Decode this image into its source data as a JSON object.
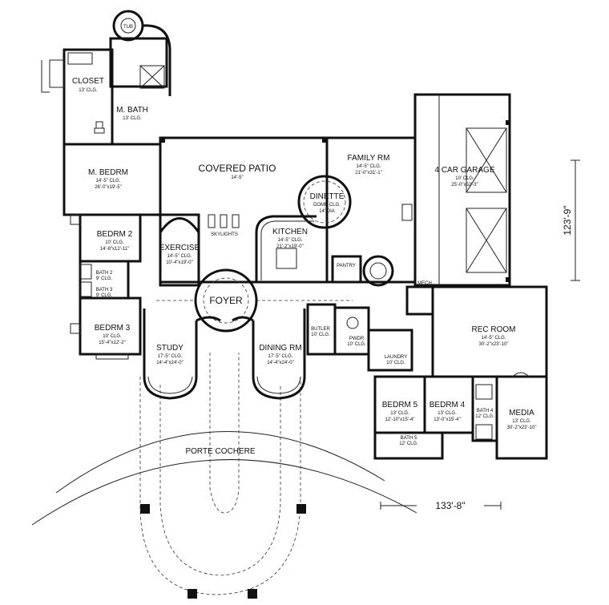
{
  "rooms": {
    "closet": {
      "name": "CLOSET",
      "sub": "13' CLG."
    },
    "m_bath": {
      "name": "M. BATH",
      "sub": "13' CLG."
    },
    "m_bedrm": {
      "name": "M. BEDRM",
      "sub": "14'-5\" CLG.",
      "size": "26'-0\"x19'-5\""
    },
    "covered_patio": {
      "name": "COVERED PATIO",
      "sub": "14'-5\""
    },
    "family_rm": {
      "name": "FAMILY RM",
      "sub": "14'-5\" CLG.",
      "size": "21'-0\"x31'-1\""
    },
    "garage": {
      "name": "4 CAR GARAGE",
      "sub": "10' CLG.",
      "size": "25'-0\"x52'-3\""
    },
    "dinette": {
      "name": "DINETTE",
      "sub": "DOME CLG.",
      "size": "14' DIA"
    },
    "kitchen": {
      "name": "KITCHEN",
      "sub": "14'-5\" CLG.",
      "size": "21'-2\"x19'-0\""
    },
    "bedrm2": {
      "name": "BEDRM 2",
      "sub": "10' CLG.",
      "size": "14'-8\"x12'-11\""
    },
    "exercise": {
      "name": "EXERCISE",
      "sub": "14'-5\" CLG.",
      "size": "10'-4\"x19'-0\""
    },
    "skylights": {
      "name": "SKYLIGHTS"
    },
    "pantry": {
      "name": "PANTRY"
    },
    "mech": {
      "name": "MECH"
    },
    "bath2": {
      "name": "BATH 2",
      "sub": "9' CLG."
    },
    "bath3": {
      "name": "BATH 3",
      "sub": "9' CLG."
    },
    "foyer": {
      "name": "FOYER"
    },
    "bedrm3": {
      "name": "BEDRM 3",
      "sub": "10' CLG.",
      "size": "15'-4\"x12'-2\""
    },
    "butler": {
      "name": "BUTLER",
      "sub": "10' CLG."
    },
    "pwdr": {
      "name": "PWDR",
      "sub": "10' CLG."
    },
    "laundry": {
      "name": "LAUNDRY",
      "sub": "10' CLG."
    },
    "rec_room": {
      "name": "REC ROOM",
      "sub": "14'-5\" CLG.",
      "size": "30'-2\"x23'-10\""
    },
    "study": {
      "name": "STUDY",
      "sub": "17'-5\" CLG.",
      "size": "14'-4\"x24'-0\""
    },
    "dining_rm": {
      "name": "DINING RM",
      "sub": "17'-5\" CLG.",
      "size": "14'-4\"x24'-0\""
    },
    "bedrm5": {
      "name": "BEDRM 5",
      "sub": "13' CLG.",
      "size": "12'-10\"x15'-4\""
    },
    "bedrm4": {
      "name": "BEDRM 4",
      "sub": "13' CLG.",
      "size": "13'-0\"x15'-4\""
    },
    "bath4": {
      "name": "BATH 4",
      "sub": "12' CLG."
    },
    "media": {
      "name": "MEDIA",
      "sub": "13' CLG.",
      "size": "30'-2\"x23'-10\""
    },
    "bath5": {
      "name": "BATH 5",
      "sub": "12' CLG."
    },
    "porte_cochere": {
      "name": "PORTE COCHERE"
    },
    "tub": {
      "name": "TUB"
    }
  },
  "dimensions": {
    "depth": "123'-9\"",
    "width": "133'-8\""
  },
  "colors": {
    "line": "#111111",
    "background": "#ffffff"
  }
}
